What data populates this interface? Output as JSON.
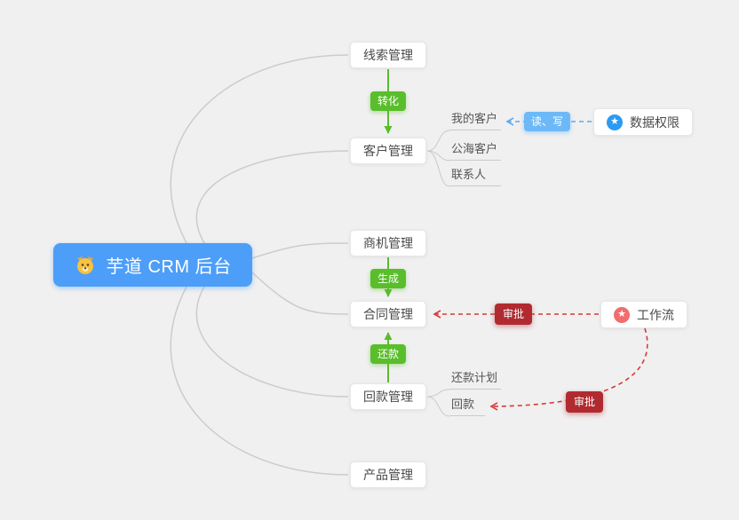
{
  "root": {
    "label": "芋道 CRM 后台"
  },
  "nodes": {
    "leads": {
      "label": "线索管理"
    },
    "customers": {
      "label": "客户管理",
      "children": [
        {
          "label": "我的客户"
        },
        {
          "label": "公海客户"
        },
        {
          "label": "联系人"
        }
      ]
    },
    "opportunities": {
      "label": "商机管理"
    },
    "contracts": {
      "label": "合同管理"
    },
    "payments": {
      "label": "回款管理",
      "children": [
        {
          "label": "还款计划"
        },
        {
          "label": "回款"
        }
      ]
    },
    "products": {
      "label": "产品管理"
    },
    "data_permission": {
      "label": "数据权限",
      "icon": "star",
      "glyph": "★"
    },
    "workflow": {
      "label": "工作流",
      "icon": "star",
      "glyph": "★"
    }
  },
  "edges": {
    "convert": {
      "label": "转化"
    },
    "generate": {
      "label": "生成"
    },
    "repay": {
      "label": "还款"
    },
    "read_write": {
      "label": "读、写"
    },
    "approve_contract": {
      "label": "审批"
    },
    "approve_payment": {
      "label": "审批"
    }
  },
  "colors": {
    "background": "#f0f0f0",
    "root_bg": "#4d9ef8",
    "green": "#5abd2c",
    "blue_badge": "#6db9f7",
    "blue_line": "#5ea9f3",
    "red_line": "#d63a3a",
    "red_badge": "#b02b30",
    "link_gray": "#cccccc",
    "icon_blue": "#2b9af3",
    "icon_pink": "#f26d6d"
  }
}
